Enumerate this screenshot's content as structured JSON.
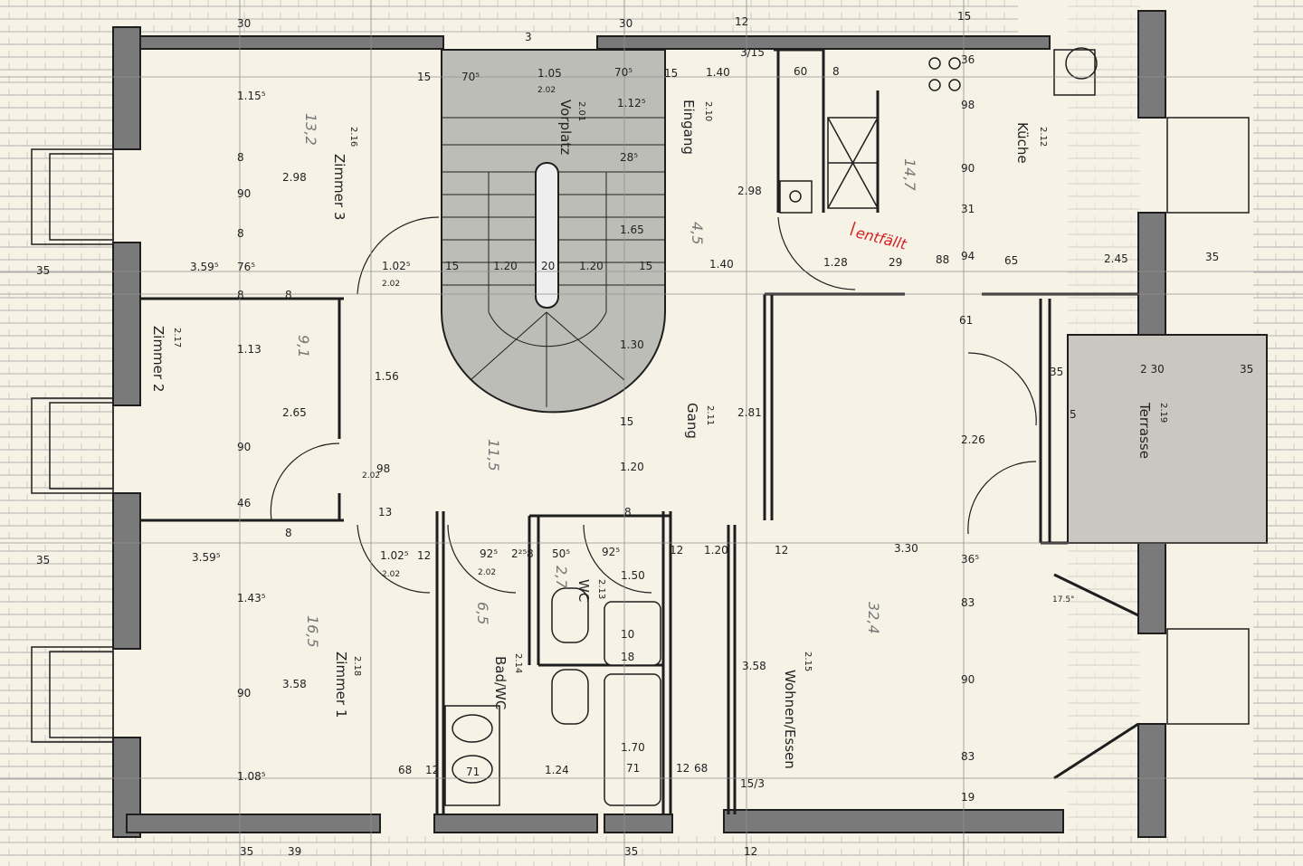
{
  "rooms": {
    "zimmer3": {
      "name": "Zimmer 3",
      "num": "2.16",
      "area": "13,2"
    },
    "zimmer2": {
      "name": "Zimmer 2",
      "num": "2.17",
      "area": "9,1"
    },
    "zimmer1": {
      "name": "Zimmer 1",
      "num": "2.18",
      "area": "16,5"
    },
    "vorplatz": {
      "name": "Vorplatz",
      "num": "2.01"
    },
    "eingang": {
      "name": "Eingang",
      "num": "2.10"
    },
    "kuche": {
      "name": "Küche",
      "num": "2.12",
      "area": "14,7"
    },
    "gang": {
      "name": "Gang",
      "num": "2.11",
      "area": "4,5"
    },
    "bad": {
      "name": "Bad/WC",
      "num": "2.14",
      "area": "6,5"
    },
    "wc": {
      "name": "WC",
      "num": "2.13",
      "area": "2,7"
    },
    "wohnen": {
      "name": "Wohnen/Essen",
      "num": "2.15",
      "area": "32,4"
    },
    "terrasse": {
      "name": "Terrasse",
      "num": "2.19"
    },
    "flur_area": "11,5"
  },
  "note": "entfällt",
  "dims": {
    "d_15a": "15",
    "d_705a": "70⁵",
    "d_105": "1.05",
    "d_202a": "2.02",
    "d_705b": "70⁵",
    "d_15b": "15",
    "d_140a": "1.40",
    "d_315": "3/15",
    "d_60": "60",
    "d_8a": "8",
    "d_115": "1.15⁵",
    "d_298a": "2.98",
    "d_8b": "8",
    "d_90a": "90",
    "d_8c": "8",
    "d_359a": "3.59⁵",
    "d_765": "76⁵",
    "d_1025a": "1.02⁵",
    "d_202b": "2.02",
    "d_15c": "15",
    "d_120a": "1.20",
    "d_20": "20",
    "d_120b": "1.20",
    "d_15d": "15",
    "d_140b": "1.40",
    "d_128": "1.28",
    "d_29": "29",
    "d_88": "88",
    "d_94": "94",
    "d_65": "65",
    "d_245": "2.45",
    "d_35a": "35",
    "d_35b": "35",
    "d_1125": "1.12⁵",
    "d_285": "28⁵",
    "d_165": "1.65",
    "d_298b": "2.98",
    "d_36": "36",
    "d_90b": "90",
    "d_113": "1.13",
    "d_156": "1.56",
    "d_265": "2.65",
    "d_130": "1.30",
    "d_281": "2.81",
    "d_61": "61",
    "d_35c": "35",
    "d_230": "2 30",
    "d_35d": "35",
    "d_226": "2.26",
    "d_90c": "90",
    "d_98": "98",
    "d_202c": "2.02",
    "d_15e": "15",
    "d_120c": "1.20",
    "d_46": "46",
    "d_8d": "8",
    "d_13": "13",
    "d_359b": "3.59⁵",
    "d_35e": "35",
    "d_1025b": "1.02⁵",
    "d_12a": "12",
    "d_202d": "2.02",
    "d_925a": "92⁵",
    "d_225": "2²⁵",
    "d_8e": "8",
    "d_505": "50⁵",
    "d_925b": "92⁵",
    "d_202e": "2.02",
    "d_150": "1.50",
    "d_12b": "12",
    "d_120d": "1.20",
    "d_12c": "12",
    "d_330": "3.30",
    "d_365": "36⁵",
    "d_175": "17.5°",
    "d_1435": "1.43⁵",
    "d_83a": "83",
    "d_358a": "3.58",
    "d_358b": "3.58",
    "d_90d": "90",
    "d_90e": "90",
    "d_10": "10",
    "d_18": "18",
    "d_170": "1.70",
    "d_83b": "83",
    "d_1085": "1.08⁵",
    "d_68a": "68",
    "d_12d": "12",
    "d_71a": "71",
    "d_124": "1.24",
    "d_71b": "71",
    "d_12e": "12",
    "d_68b": "68",
    "d_153": "15/3",
    "d_19": "19",
    "d_35f": "35",
    "d_39": "39",
    "d_35g": "35",
    "d_12f": "12",
    "d_30": "30",
    "d_30b": "30",
    "d_15f": "15",
    "d_12g": "12",
    "d_3": "3",
    "d_5": "5",
    "d_31": "31",
    "d_98b": "98",
    "d_8f": "8",
    "d_8g": "8",
    "d_8h": "8"
  },
  "colors": {
    "paper": "#f6f3e6",
    "wall": "#1e1e1e",
    "wall_fill": "#7a7a7a",
    "stair_fill": "#bdbdb8",
    "terrace_fill": "#c9c7bf",
    "grid": "#8f8f8f",
    "annotation_red": "#d42020"
  }
}
